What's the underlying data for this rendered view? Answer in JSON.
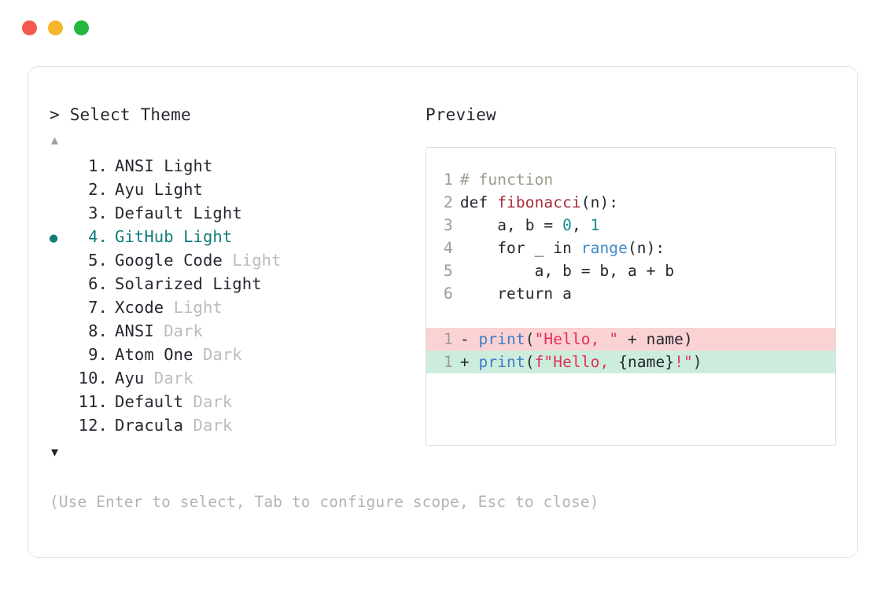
{
  "window": {
    "controls": [
      {
        "name": "close",
        "color": "#f5584d"
      },
      {
        "name": "minimize",
        "color": "#f5b62e"
      },
      {
        "name": "maximize",
        "color": "#23b83d"
      }
    ]
  },
  "prompt": {
    "caret": ">",
    "title": "Select Theme",
    "scroll_up": "▲",
    "scroll_down": "▼"
  },
  "themes": {
    "selected_index": 4,
    "bullet": "●",
    "items": [
      {
        "number": "1.",
        "name": "ANSI",
        "suffix": "Light",
        "suffix_dim": false,
        "selected": false
      },
      {
        "number": "2.",
        "name": "Ayu",
        "suffix": "Light",
        "suffix_dim": false,
        "selected": false
      },
      {
        "number": "3.",
        "name": "Default",
        "suffix": "Light",
        "suffix_dim": false,
        "selected": false
      },
      {
        "number": "4.",
        "name": "GitHub",
        "suffix": "Light",
        "suffix_dim": false,
        "selected": true
      },
      {
        "number": "5.",
        "name": "Google Code",
        "suffix": "Light",
        "suffix_dim": true,
        "selected": false
      },
      {
        "number": "6.",
        "name": "Solarized",
        "suffix": "Light",
        "suffix_dim": false,
        "selected": false
      },
      {
        "number": "7.",
        "name": "Xcode",
        "suffix": "Light",
        "suffix_dim": true,
        "selected": false
      },
      {
        "number": "8.",
        "name": "ANSI",
        "suffix": "Dark",
        "suffix_dim": true,
        "selected": false
      },
      {
        "number": "9.",
        "name": "Atom One",
        "suffix": "Dark",
        "suffix_dim": true,
        "selected": false
      },
      {
        "number": "10.",
        "name": "Ayu",
        "suffix": "Dark",
        "suffix_dim": true,
        "selected": false
      },
      {
        "number": "11.",
        "name": "Default",
        "suffix": "Dark",
        "suffix_dim": true,
        "selected": false
      },
      {
        "number": "12.",
        "name": "Dracula",
        "suffix": "Dark",
        "suffix_dim": true,
        "selected": false
      }
    ]
  },
  "preview": {
    "label": "Preview",
    "code_lines": [
      {
        "ln": "1",
        "tokens": [
          {
            "t": "# function",
            "c": "tok-comment"
          }
        ]
      },
      {
        "ln": "2",
        "tokens": [
          {
            "t": "def ",
            "c": "tok-plain"
          },
          {
            "t": "fibonacci",
            "c": "tok-func"
          },
          {
            "t": "(n):",
            "c": "tok-plain"
          }
        ]
      },
      {
        "ln": "3",
        "tokens": [
          {
            "t": "    a, b = ",
            "c": "tok-plain"
          },
          {
            "t": "0",
            "c": "tok-num"
          },
          {
            "t": ", ",
            "c": "tok-plain"
          },
          {
            "t": "1",
            "c": "tok-num"
          }
        ]
      },
      {
        "ln": "4",
        "tokens": [
          {
            "t": "    for _ in ",
            "c": "tok-plain"
          },
          {
            "t": "range",
            "c": "tok-builtin"
          },
          {
            "t": "(n):",
            "c": "tok-plain"
          }
        ]
      },
      {
        "ln": "5",
        "tokens": [
          {
            "t": "        a, b = b, a + b",
            "c": "tok-plain"
          }
        ]
      },
      {
        "ln": "6",
        "tokens": [
          {
            "t": "    return a",
            "c": "tok-plain"
          }
        ]
      }
    ],
    "diff_lines": [
      {
        "ln": "1",
        "kind": "del",
        "mark": "-",
        "tokens": [
          {
            "t": "print",
            "c": "tok-print"
          },
          {
            "t": "(",
            "c": "tok-plain"
          },
          {
            "t": "\"Hello, \"",
            "c": "tok-str"
          },
          {
            "t": " + name)",
            "c": "tok-plain"
          }
        ]
      },
      {
        "ln": "1",
        "kind": "add",
        "mark": "+",
        "tokens": [
          {
            "t": "print",
            "c": "tok-print"
          },
          {
            "t": "(",
            "c": "tok-plain"
          },
          {
            "t": "f\"Hello, ",
            "c": "tok-str"
          },
          {
            "t": "{name}",
            "c": "tok-plain"
          },
          {
            "t": "!\"",
            "c": "tok-str"
          },
          {
            "t": ")",
            "c": "tok-plain"
          }
        ]
      }
    ]
  },
  "hint": "(Use Enter to select, Tab to configure scope, Esc to close)",
  "colors": {
    "accent_teal": "#0f7d79",
    "dim_text": "#bcbcbc",
    "text": "#24292f",
    "line_number": "#9a9a9a",
    "diff_delete_bg": "#fbd2d3",
    "diff_add_bg": "#cdeddc",
    "card_border": "#e1e1e1",
    "code_border": "#dcdcdc"
  }
}
